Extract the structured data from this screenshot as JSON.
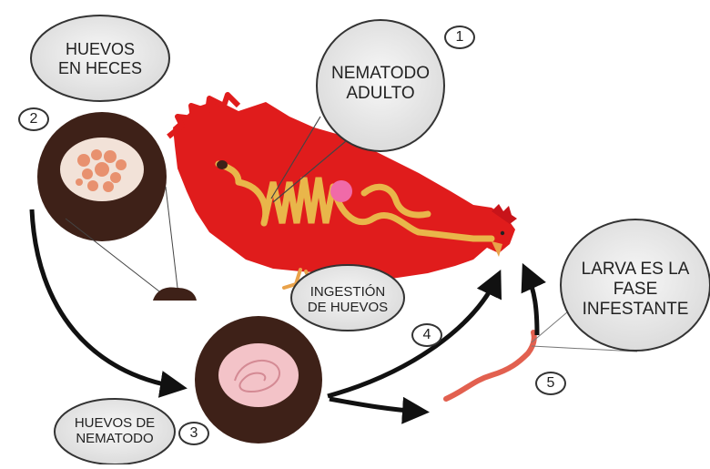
{
  "labels": {
    "huevos_en_heces": [
      "HUEVOS",
      "EN HECES"
    ],
    "nematodo_adulto": [
      "NEMATODO",
      "ADULTO"
    ],
    "ingestion": [
      "INGESTIÓN",
      "DE HUEVOS"
    ],
    "larva": [
      "LARVA ES LA",
      "FASE",
      "INFESTANTE"
    ],
    "huevos_nematodo": [
      "HUEVOS DE",
      "NEMATODO"
    ]
  },
  "steps": [
    "1",
    "2",
    "3",
    "4",
    "5"
  ],
  "colors": {
    "chicken": "#e01c1c",
    "intestine": "#e9b64a",
    "crop": "#f06aa8",
    "feces": "#3e2118",
    "egg_cluster": "#f2a48f",
    "nematode_egg": "#f3c3c8",
    "larva": "#e2604f",
    "arrow": "#111111",
    "bubble_fill": "#ececec",
    "bubble_stroke": "#333333"
  }
}
